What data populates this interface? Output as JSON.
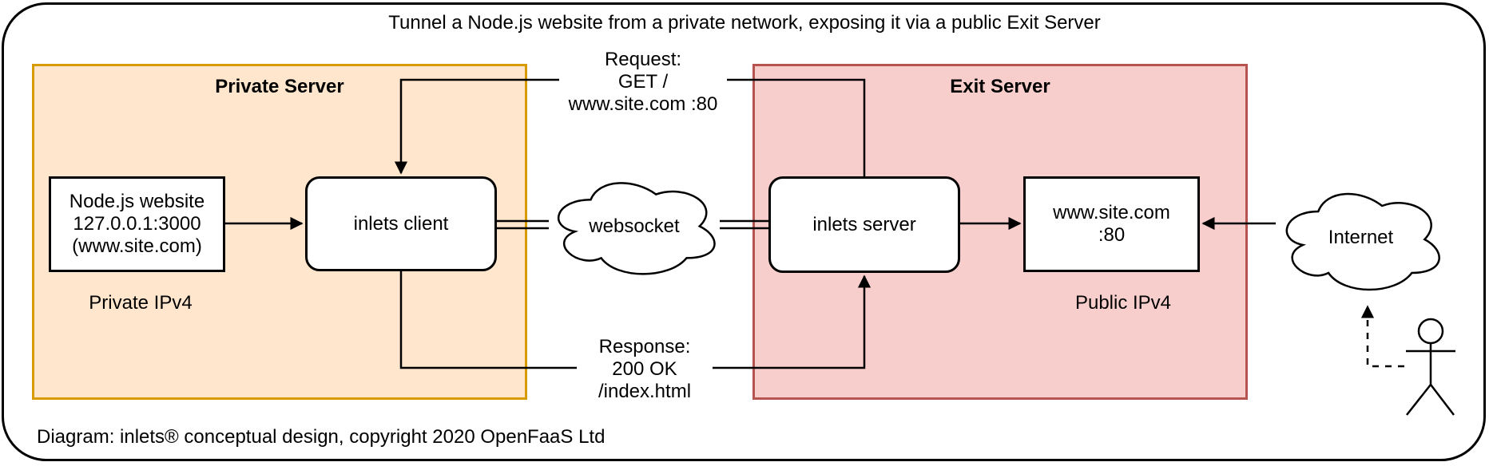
{
  "title": "Tunnel a Node.js website from a private network, exposing it via a public Exit Server",
  "footer": "Diagram: inlets® conceptual design, copyright 2020 OpenFaaS Ltd",
  "colors": {
    "private_region_fill": "#FFE6CC",
    "private_region_stroke": "#D79B00",
    "exit_region_fill": "#F8CECC",
    "exit_region_stroke": "#B85450",
    "node_fill": "#FFFFFF",
    "line": "#000000"
  },
  "regions": {
    "private": {
      "label": "Private Server",
      "sublabel": "Private IPv4"
    },
    "exit": {
      "label": "Exit Server",
      "sublabel": "Public IPv4"
    }
  },
  "nodes": {
    "nodejs": {
      "lines": [
        "Node.js website",
        "127.0.0.1:3000",
        "(www.site.com)"
      ]
    },
    "inlets_client": {
      "label": "inlets client"
    },
    "inlets_server": {
      "label": "inlets server"
    },
    "site": {
      "lines": [
        "www.site.com",
        ":80"
      ]
    },
    "websocket_cloud": {
      "label": "websocket"
    },
    "internet_cloud": {
      "label": "Internet"
    }
  },
  "connector_labels": {
    "request": {
      "lines": [
        "Request:",
        "GET /",
        "www.site.com :80"
      ]
    },
    "response": {
      "lines": [
        "Response:",
        "200 OK",
        "/index.html"
      ]
    }
  }
}
